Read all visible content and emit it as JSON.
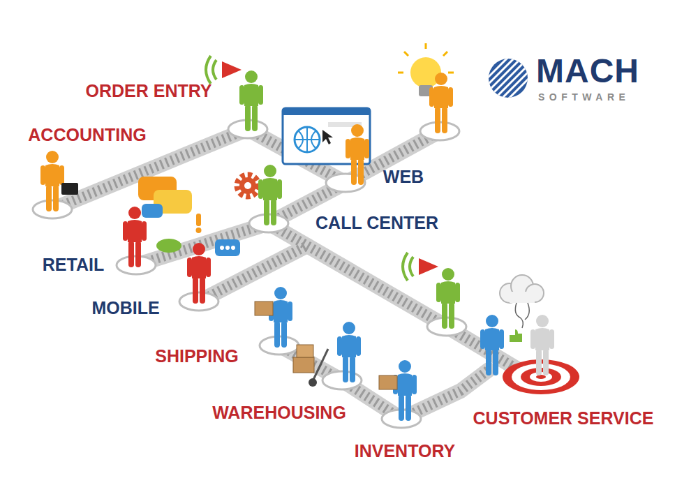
{
  "diagram": {
    "labels": [
      "MACH",
      "SOFTWARE",
      "ORDER ENTRY",
      "ACCOUNTING",
      "WEB",
      "CALL CENTER",
      "RETAIL",
      "MOBILE",
      "SHIPPING",
      "WAREHOUSING",
      "INVENTORY",
      "CUSTOMER SERVICE"
    ]
  }
}
